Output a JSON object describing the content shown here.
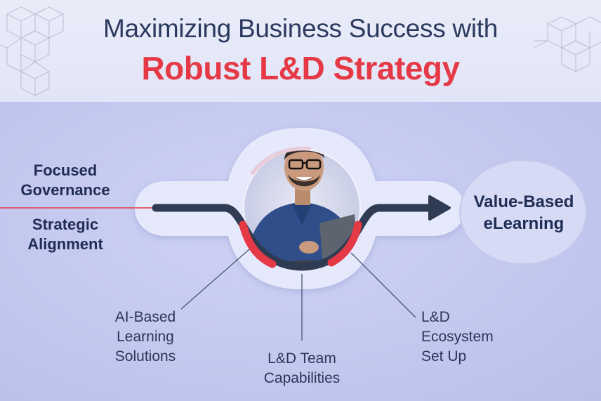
{
  "title": {
    "line1": "Maximizing Business Success with",
    "line2": "Robust L&D Strategy"
  },
  "left_labels": {
    "top": [
      "Focused",
      "Governance"
    ],
    "bottom": [
      "Strategic",
      "Alignment"
    ]
  },
  "right_label": [
    "Value-Based",
    "eLearning"
  ],
  "bottom_labels": {
    "left": [
      "AI-Based",
      "Learning",
      "Solutions"
    ],
    "center": [
      "L&D Team",
      "Capabilities"
    ],
    "right": [
      "L&D",
      "Ecosystem",
      "Set Up"
    ]
  },
  "colors": {
    "navy": "#2b3a5e",
    "accent_red": "#e63946",
    "track_dark": "#2f3b52",
    "pill_light": "#e6e8fb"
  },
  "image": {
    "subject": "man-with-glasses-using-laptop-photo"
  }
}
